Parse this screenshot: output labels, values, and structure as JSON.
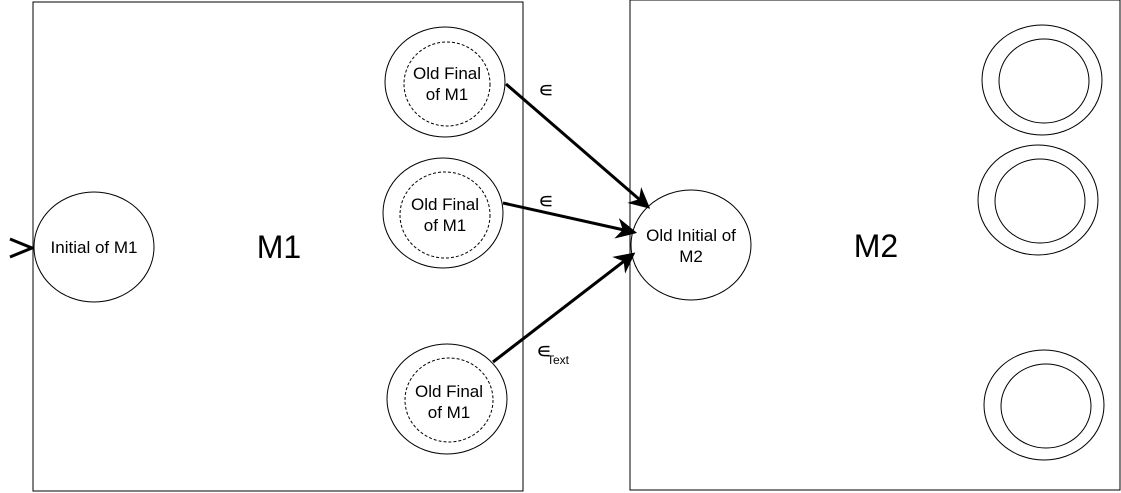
{
  "machines": {
    "m1": {
      "label": "M1"
    },
    "m2": {
      "label": "M2"
    }
  },
  "m1_states": {
    "initial": {
      "line1": "Initial of M1"
    },
    "finals": [
      {
        "line1": "Old Final",
        "line2": "of M1"
      },
      {
        "line1": "Old Final",
        "line2": "of M1"
      },
      {
        "line1": "Old Final",
        "line2": "of M1"
      }
    ]
  },
  "m2_states": {
    "initial": {
      "line1": "Old Initial of",
      "line2": "M2"
    }
  },
  "transitions": [
    {
      "label": "∊",
      "sub": ""
    },
    {
      "label": "∊",
      "sub": ""
    },
    {
      "label": "∊",
      "sub": "Text"
    }
  ],
  "colors": {
    "stroke": "#000000",
    "background": "#ffffff"
  }
}
